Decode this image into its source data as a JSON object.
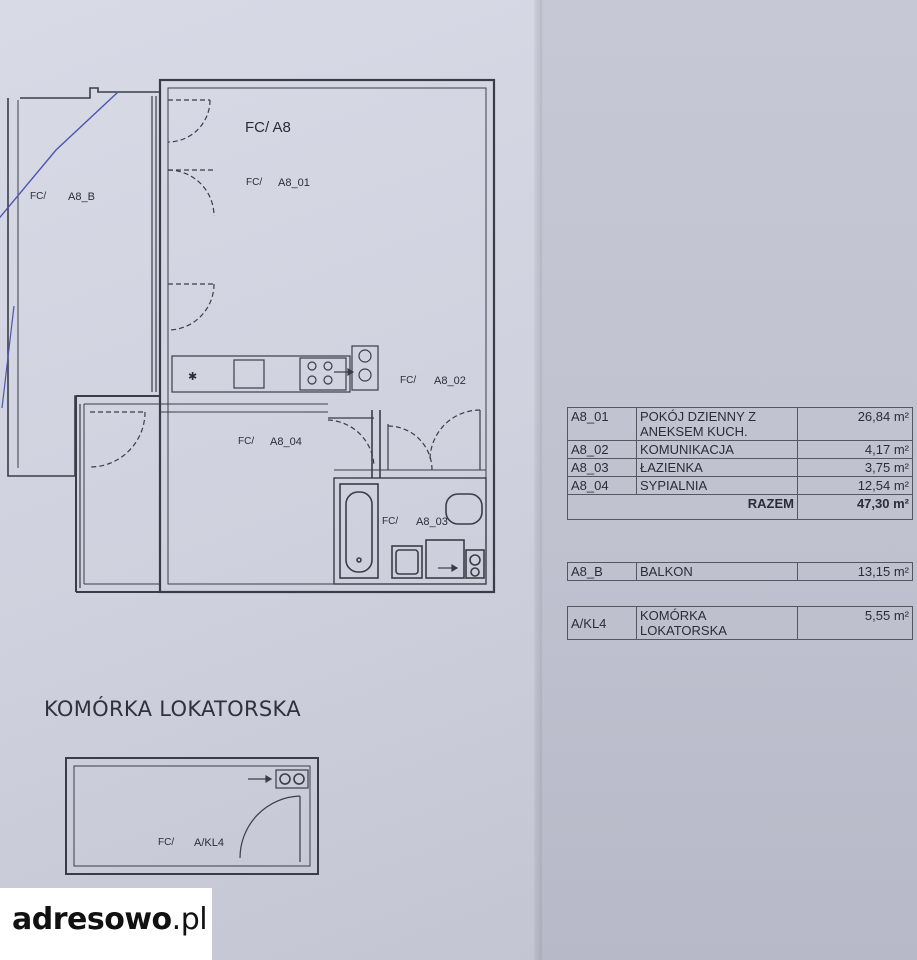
{
  "plan": {
    "unit_label": "FC/ A8",
    "rooms": {
      "balcony": {
        "prefix": "FC/",
        "code": "A8_B"
      },
      "living": {
        "prefix": "FC/",
        "code": "A8_01"
      },
      "hall": {
        "prefix": "FC/",
        "code": "A8_02"
      },
      "bathroom": {
        "prefix": "FC/",
        "code": "A8_03"
      },
      "bedroom": {
        "prefix": "FC/",
        "code": "A8_04"
      }
    },
    "storage_title": "KOMÓRKA LOKATORSKA",
    "storage_room": {
      "prefix": "FC/",
      "code": "A/KL4"
    }
  },
  "area_table": {
    "rows": [
      {
        "code": "A8_01",
        "name": "POKÓJ DZIENNY Z ANEKSEM KUCH.",
        "area": "26,84 m²"
      },
      {
        "code": "A8_02",
        "name": "KOMUNIKACJA",
        "area": "4,17 m²"
      },
      {
        "code": "A8_03",
        "name": "ŁAZIENKA",
        "area": "3,75 m²"
      },
      {
        "code": "A8_04",
        "name": "SYPIALNIA",
        "area": "12,54 m²"
      }
    ],
    "total_label": "RAZEM",
    "total_value": "47,30 m²"
  },
  "balcony_table": {
    "code": "A8_B",
    "name": "BALKON",
    "area": "13,15 m²"
  },
  "storage_table": {
    "code": "A/KL4",
    "name": "KOMÓRKA LOKATORSKA",
    "area": "5,55 m²"
  },
  "watermark": {
    "brand": "adresowo",
    "suffix": ".pl"
  }
}
